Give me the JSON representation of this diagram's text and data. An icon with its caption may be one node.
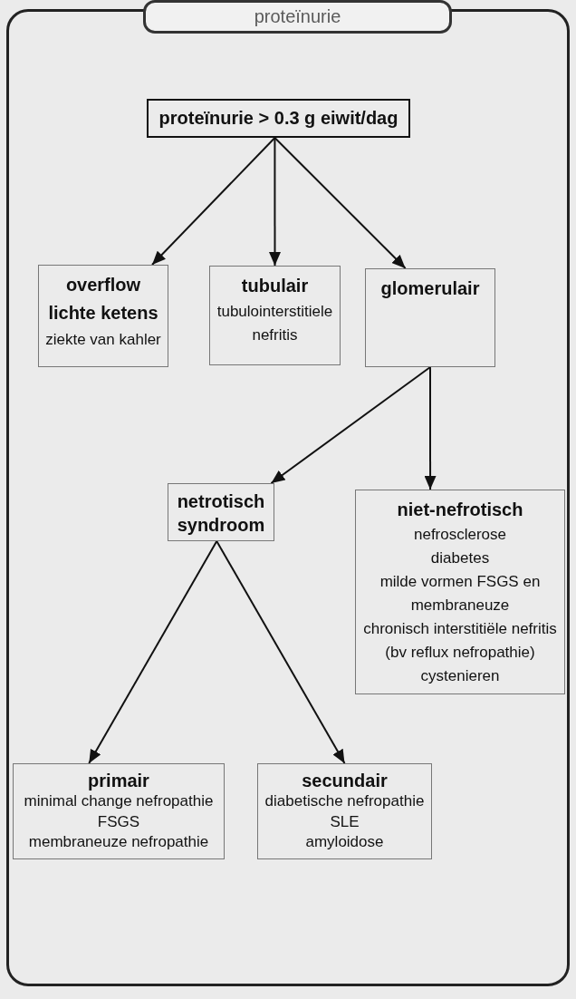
{
  "diagram": {
    "nodes": [
      {
        "text": [
          "proteïnurie"
        ]
      },
      {
        "text": [
          "proteïnurie > 0.3 g eiwit/dag"
        ],
        "in": 0
      },
      {
        "text": [
          "overflow lichte ketens",
          "ziekte van kahler"
        ],
        "in": 0
      },
      {
        "text": [
          "tubulair",
          "tubulointerstitiele nefritis"
        ],
        "in": 0
      },
      {
        "text": [
          "glomerulair"
        ],
        "in": 0
      },
      {
        "text": [
          "netrotisch syndroom"
        ],
        "in": 0
      },
      {
        "text": [
          "niet-nefrotisch",
          "nefrosclerose",
          "diabetes",
          "milde vormen FSGS en membraneuze",
          "chronisch interstitiële nefritis (bv reflux nefropathie)",
          "cystenieren"
        ],
        "in": 0
      },
      {
        "text": [
          "primair",
          "minimal change nefropathie",
          "FSGS",
          "membraneuze nefropathie"
        ],
        "in": 0
      },
      {
        "text": [
          "secundair",
          "diabetische nefropathie",
          "SLE",
          "amyloidose"
        ],
        "in": 0
      }
    ],
    "edges": [
      {
        "from": 1,
        "to": 2,
        "arrow": "to"
      },
      {
        "from": 1,
        "to": 3,
        "arrow": "to"
      },
      {
        "from": 1,
        "to": 4,
        "arrow": "to"
      },
      {
        "from": 4,
        "to": 5,
        "arrow": "to"
      },
      {
        "from": 4,
        "to": 6,
        "arrow": "to"
      },
      {
        "from": 5,
        "to": 7,
        "arrow": "to"
      },
      {
        "from": 5,
        "to": 8,
        "arrow": "to"
      }
    ]
  }
}
